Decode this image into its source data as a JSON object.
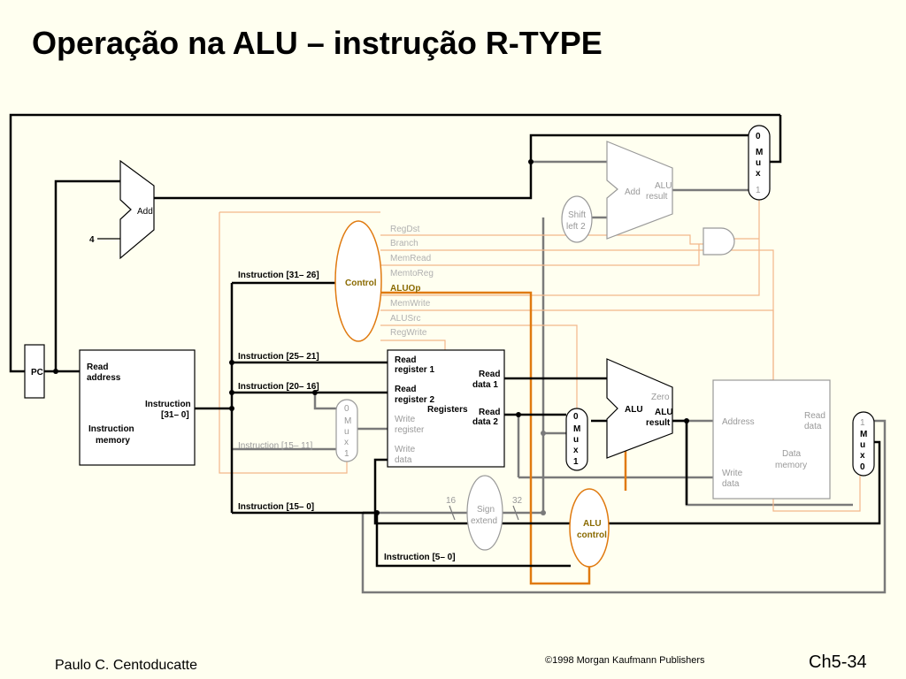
{
  "title": "Operação na ALU – instrução R-TYPE",
  "footer": {
    "author": "Paulo C. Centoducatte",
    "copyright": "©1998 Morgan Kaufmann Publishers",
    "page": "Ch5-34"
  },
  "diagram": {
    "pc": "PC",
    "add_top": "Add",
    "const_four": "4",
    "imem": {
      "read_address_1": "Read",
      "read_address_2": "address",
      "instr_1": "Instruction",
      "instr_2": "[31– 0]",
      "mem_1": "Instruction",
      "mem_2": "memory"
    },
    "control": "Control",
    "control_signals": [
      "RegDst",
      "Branch",
      "MemRead",
      "MemtoReg",
      "ALUOp",
      "MemWrite",
      "ALUSrc",
      "RegWrite"
    ],
    "active_signal": "ALUOp",
    "instr_fields": {
      "f31_26": "Instruction [31– 26]",
      "f25_21": "Instruction [25– 21]",
      "f20_16": "Instruction [20– 16]",
      "f15_11": "Instruction [15– 11]",
      "f15_0": "Instruction [15– 0]",
      "f5_0": "Instruction [5– 0]"
    },
    "registers": {
      "rr1_1": "Read",
      "rr1_2": "register 1",
      "rr2_1": "Read",
      "rr2_2": "register 2",
      "wr_1": "Write",
      "wr_2": "register",
      "wd_1": "Write",
      "wd_2": "data",
      "name": "Registers",
      "rd1_1": "Read",
      "rd1_2": "data 1",
      "rd2_1": "Read",
      "rd2_2": "data 2"
    },
    "mux_reg": {
      "top": "0",
      "m": "M",
      "u": "u",
      "x": "x",
      "bottom": "1"
    },
    "mux_alu": {
      "top": "0",
      "m": "M",
      "u": "u",
      "x": "x",
      "bottom": "1"
    },
    "mux_pc": {
      "top": "0",
      "m": "M",
      "u": "u",
      "x": "x",
      "bottom": "1"
    },
    "mux_wb": {
      "top": "1",
      "m": "M",
      "u": "u",
      "x": "x",
      "bottom": "0"
    },
    "shift": {
      "l1": "Shift",
      "l2": "left 2"
    },
    "add_branch": {
      "add": "Add",
      "alu": "ALU",
      "result": "result"
    },
    "alu": {
      "name": "ALU",
      "zero": "Zero",
      "alu": "ALU",
      "result": "result"
    },
    "sign_extend": {
      "l1": "Sign",
      "l2": "extend",
      "in": "16",
      "out": "32"
    },
    "alu_control": {
      "l1": "ALU",
      "l2": "control"
    },
    "data_memory": {
      "address": "Address",
      "read_1": "Read",
      "read_2": "data",
      "write_1": "Write",
      "write_2": "data",
      "name_1": "Data",
      "name_2": "memory"
    }
  }
}
